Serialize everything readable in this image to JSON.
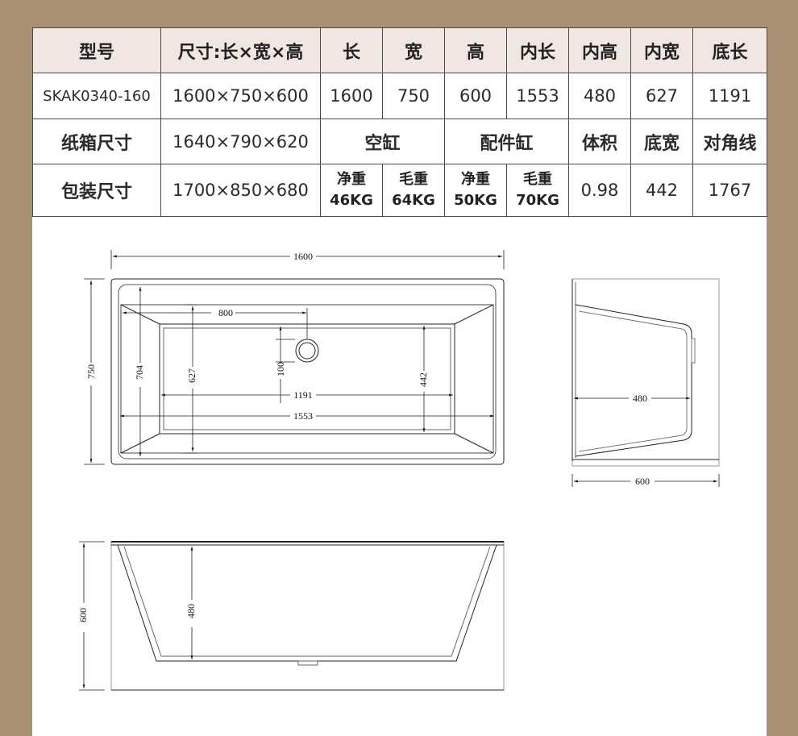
{
  "header": [
    "型号",
    "尺寸:长×宽×高",
    "长",
    "宽",
    "高",
    "内长",
    "内高",
    "内宽",
    "底长"
  ],
  "row_model": [
    "SKAK0340-160",
    "1600×750×600",
    "1600",
    "750",
    "600",
    "1553",
    "480",
    "627",
    "1191"
  ],
  "row_carton": {
    "label": "纸箱尺寸",
    "size": "1640×790×620",
    "empty": "空缸",
    "parts": "配件缸",
    "volume_label": "体积",
    "base_width_label": "底宽",
    "diagonal_label": "对角线"
  },
  "row_package": {
    "label": "包装尺寸",
    "size": "1700×850×680",
    "net_label": "净重",
    "gross_label": "毛重",
    "empty_net": "46KG",
    "empty_gross": "64KG",
    "parts_net": "50KG",
    "parts_gross": "70KG",
    "volume": "0.98",
    "base_width": "442",
    "diagonal": "1767"
  },
  "drawing": {
    "top_length": "1600",
    "top_width": "750",
    "top_inner_width": "704",
    "top_627": "627",
    "top_800": "800",
    "top_100": "100",
    "top_442": "442",
    "top_1191": "1191",
    "top_1553": "1553",
    "side_inner_height": "480",
    "side_height": "600",
    "front_height": "600",
    "front_inner_height": "480"
  }
}
